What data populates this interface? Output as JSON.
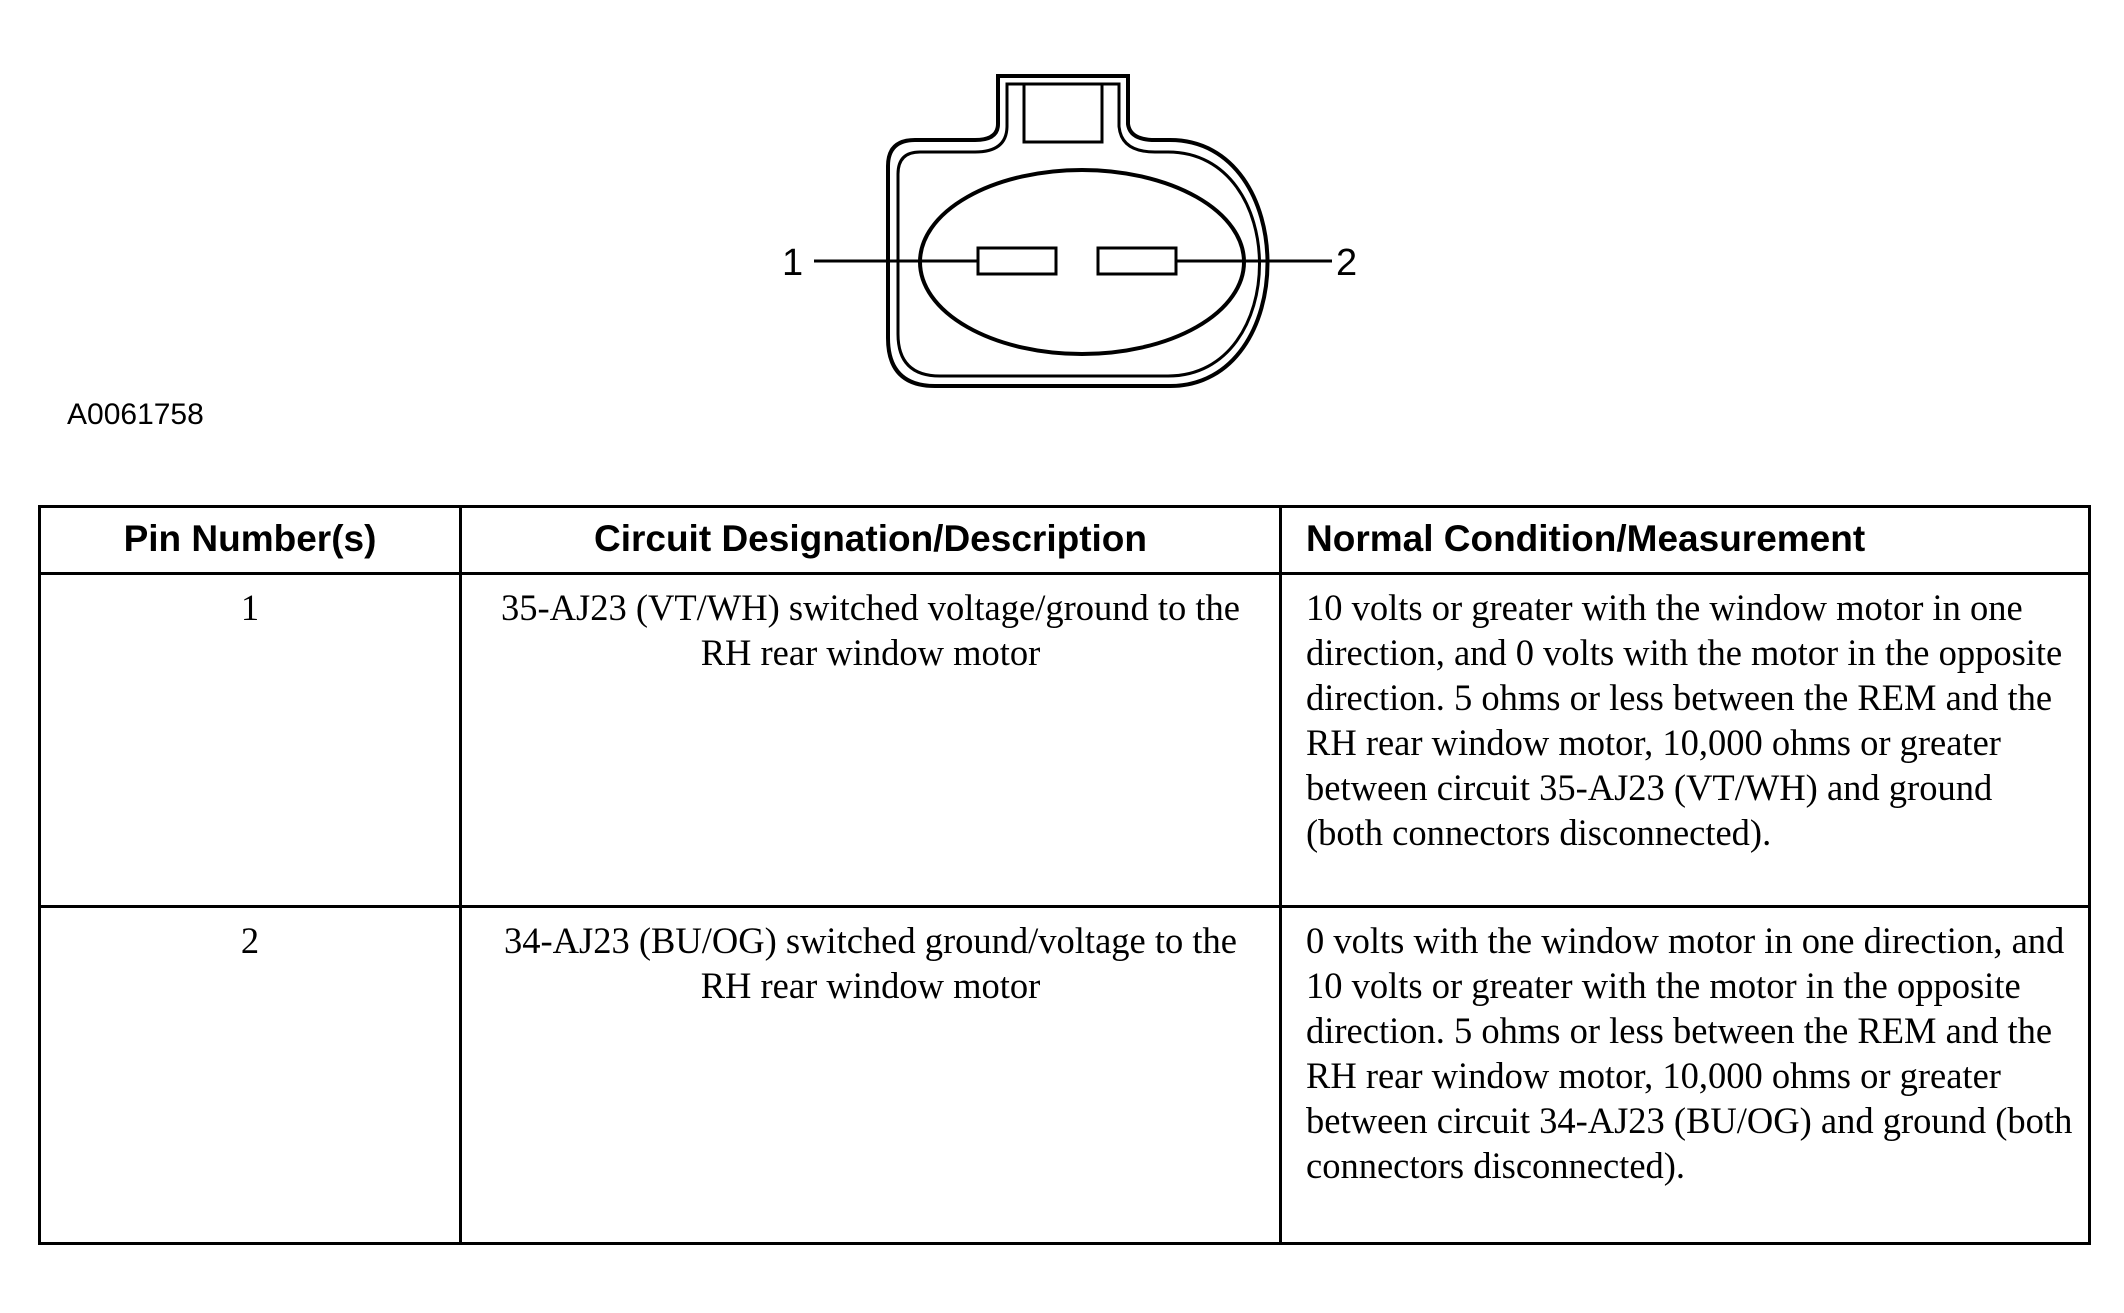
{
  "diagram": {
    "pins": [
      {
        "label": "1"
      },
      {
        "label": "2"
      }
    ],
    "figure_id": "A0061758"
  },
  "table": {
    "headers": [
      "Pin Number(s)",
      "Circuit Designation/Description",
      "Normal Condition/Measurement"
    ],
    "rows": [
      {
        "pin": "1",
        "circuit": "35-AJ23 (VT/WH) switched voltage/ground to the RH rear window motor",
        "measurement": "10 volts or greater with the window motor in one direction, and 0 volts with the motor in the opposite direction. 5 ohms or less between the REM and the RH rear window motor, 10,000 ohms or greater between circuit 35-AJ23 (VT/WH) and ground (both connectors disconnected)."
      },
      {
        "pin": "2",
        "circuit": "34-AJ23 (BU/OG) switched ground/voltage to the RH rear window motor",
        "measurement": "0 volts with the window motor in one direction, and 10 volts or greater with the motor in the opposite direction. 5 ohms or less between the REM and the RH rear window motor, 10,000 ohms or greater between circuit 34-AJ23 (BU/OG) and ground (both connectors disconnected)."
      }
    ]
  }
}
